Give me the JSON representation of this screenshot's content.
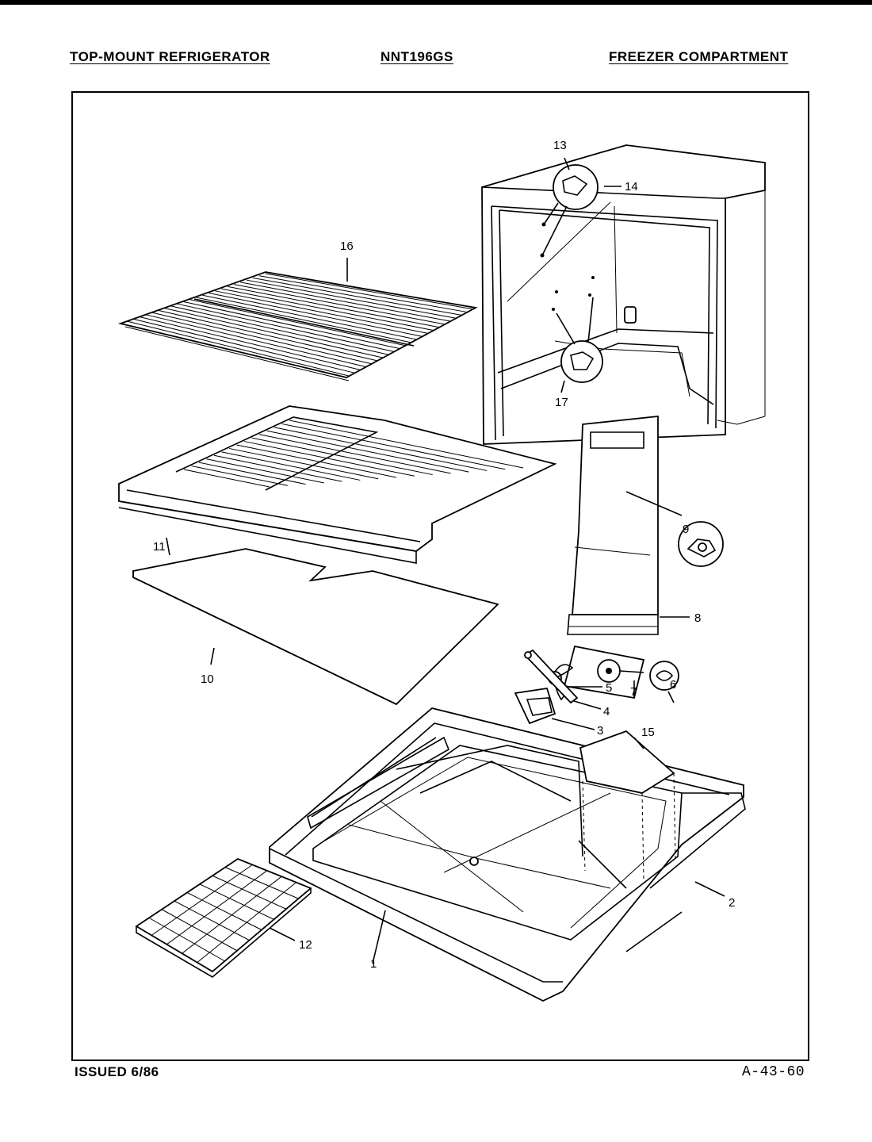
{
  "header": {
    "left": "TOP-MOUNT REFRIGERATOR",
    "center": "NNT196GS",
    "right": "FREEZER COMPARTMENT"
  },
  "footer": {
    "left": "ISSUED 6/86",
    "right": "A-43-60"
  },
  "callouts": {
    "c1": "1",
    "c2": "2",
    "c3": "3",
    "c4": "4",
    "c5": "5",
    "c6": "6",
    "c7": "7",
    "c8": "8",
    "c9": "9",
    "c10": "10",
    "c11": "11",
    "c12": "12",
    "c13": "13",
    "c14": "14",
    "c15": "15",
    "c16": "16",
    "c17": "17"
  }
}
